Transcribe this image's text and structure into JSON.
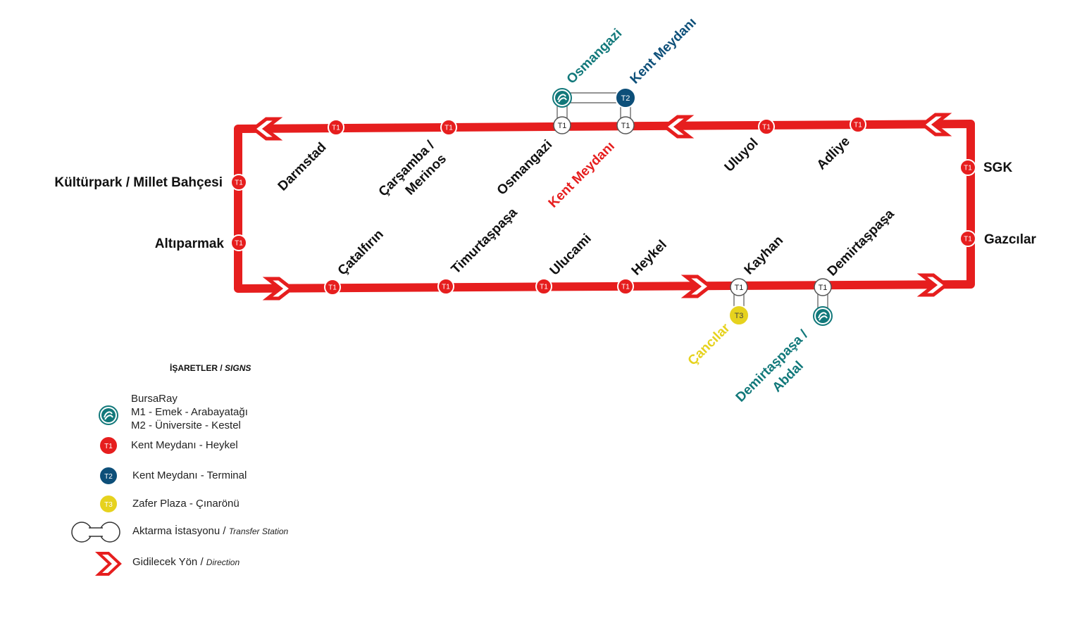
{
  "map": {
    "colors": {
      "t1": "#e61e1e",
      "t2": "#0d4f79",
      "t3": "#e6d21e",
      "bursaray": "#11787a",
      "transfer_white": "#ffffff"
    },
    "badges": {
      "t1": "T1",
      "t2": "T2",
      "t3": "T3"
    },
    "line_t1_stations": {
      "darmstad": "Darmstad",
      "carsamba": "Çarşamba /",
      "merinos": "Merinos",
      "osmangazi": "Osmangazi",
      "kent_meydani": "Kent Meydanı",
      "uluyol": "Uluyol",
      "adliye": "Adliye",
      "sgk": "SGK",
      "gazcilar": "Gazcılar",
      "kulturpark": "Kültürpark / Millet Bahçesi",
      "altiparmak": "Altıparmak",
      "catalfirin": "Çatalfırın",
      "timurtaspasa": "Timurtaşpaşa",
      "ulucami": "Ulucami",
      "heykel": "Heykel",
      "kayhan": "Kayhan",
      "demirtaspasa": "Demirtaşpaşa"
    },
    "transfer_stations": {
      "osmangazi_bursaray": "Osmangazi",
      "kent_meydani_t2": "Kent Meydanı",
      "cancilar_t3": "Çancılar",
      "demirtaspasa_abdal_1": "Demirtaşpaşa /",
      "demirtaspasa_abdal_2": "Abdal"
    }
  },
  "legend": {
    "title": "İŞARETLER /",
    "title_en": "SIGNS",
    "items": [
      {
        "icon": "bursaray-icon",
        "lines": [
          "BursaRay",
          "M1 - Emek - Arabayatağı",
          "M2 - Üniversite - Kestel"
        ]
      },
      {
        "icon": "t1-badge-icon",
        "label": "Kent Meydanı - Heykel"
      },
      {
        "icon": "t2-badge-icon",
        "label": "Kent Meydanı - Terminal"
      },
      {
        "icon": "t3-badge-icon",
        "label": "Zafer Plaza - Çınarönü"
      },
      {
        "icon": "transfer-station-icon",
        "label": "Aktarma İstasyonu /",
        "label_en": "Transfer Station"
      },
      {
        "icon": "direction-chevron-icon",
        "label": "Gidilecek Yön /",
        "label_en": "Direction"
      }
    ]
  }
}
